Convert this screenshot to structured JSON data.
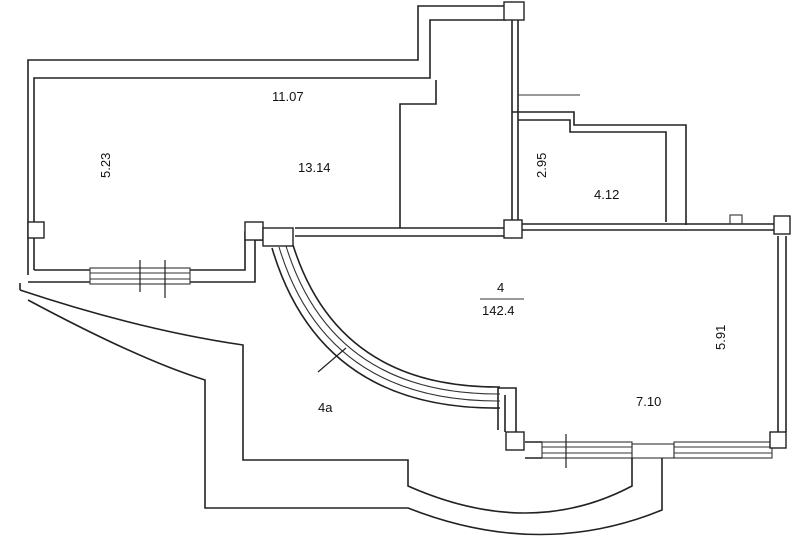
{
  "plan": {
    "labels": {
      "room_width_top": "11.07",
      "room_height_left": "5.23",
      "room_area_left": "13.14",
      "small_room_height": "2.95",
      "small_room_area": "4.12",
      "main_room_number": "4",
      "main_room_area": "142.4",
      "main_room_height": "5.91",
      "main_room_width": "7.10",
      "terrace_label": "4a"
    }
  }
}
